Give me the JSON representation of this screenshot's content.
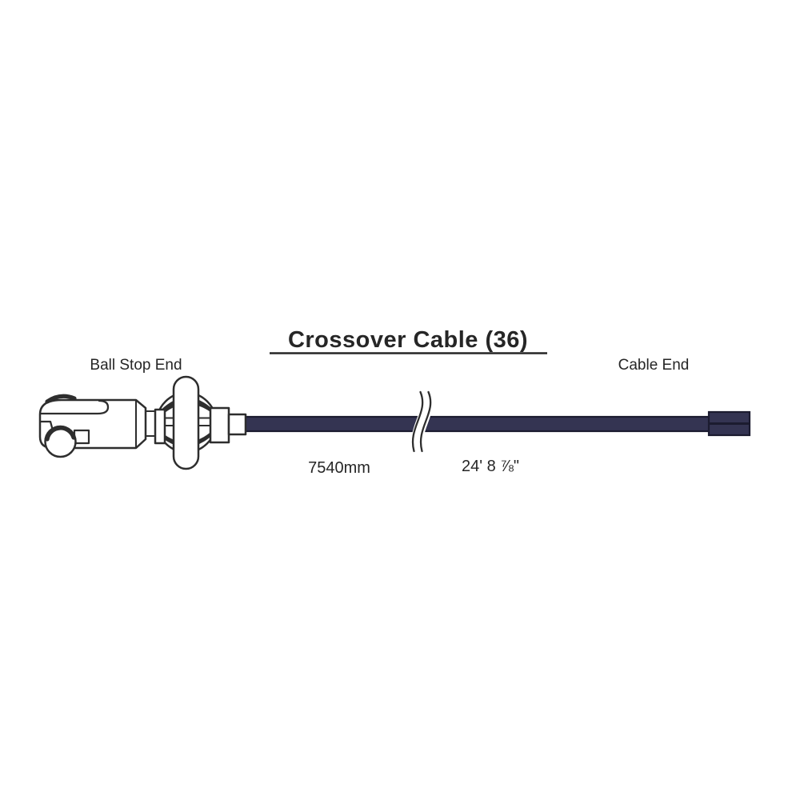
{
  "page": {
    "background": "#ffffff"
  },
  "diagram": {
    "title": "Crossover Cable (36)",
    "labels": {
      "left_end": "Ball Stop End",
      "right_end": "Cable End"
    },
    "measurements": {
      "metric": "7540mm",
      "imperial": "24' 8 ⅞\""
    },
    "parts": {
      "left_fitting": "ball-stop-end-fitting",
      "cable": "crossover-cable",
      "break": "cable-length-break-symbol",
      "right_fitting": "cable-end-cap"
    },
    "colors": {
      "background": "#ffffff",
      "line": "#2e2e2e",
      "text": "#262626",
      "cable_fill": "#343452",
      "cable_edge": "#1c1c30"
    }
  }
}
